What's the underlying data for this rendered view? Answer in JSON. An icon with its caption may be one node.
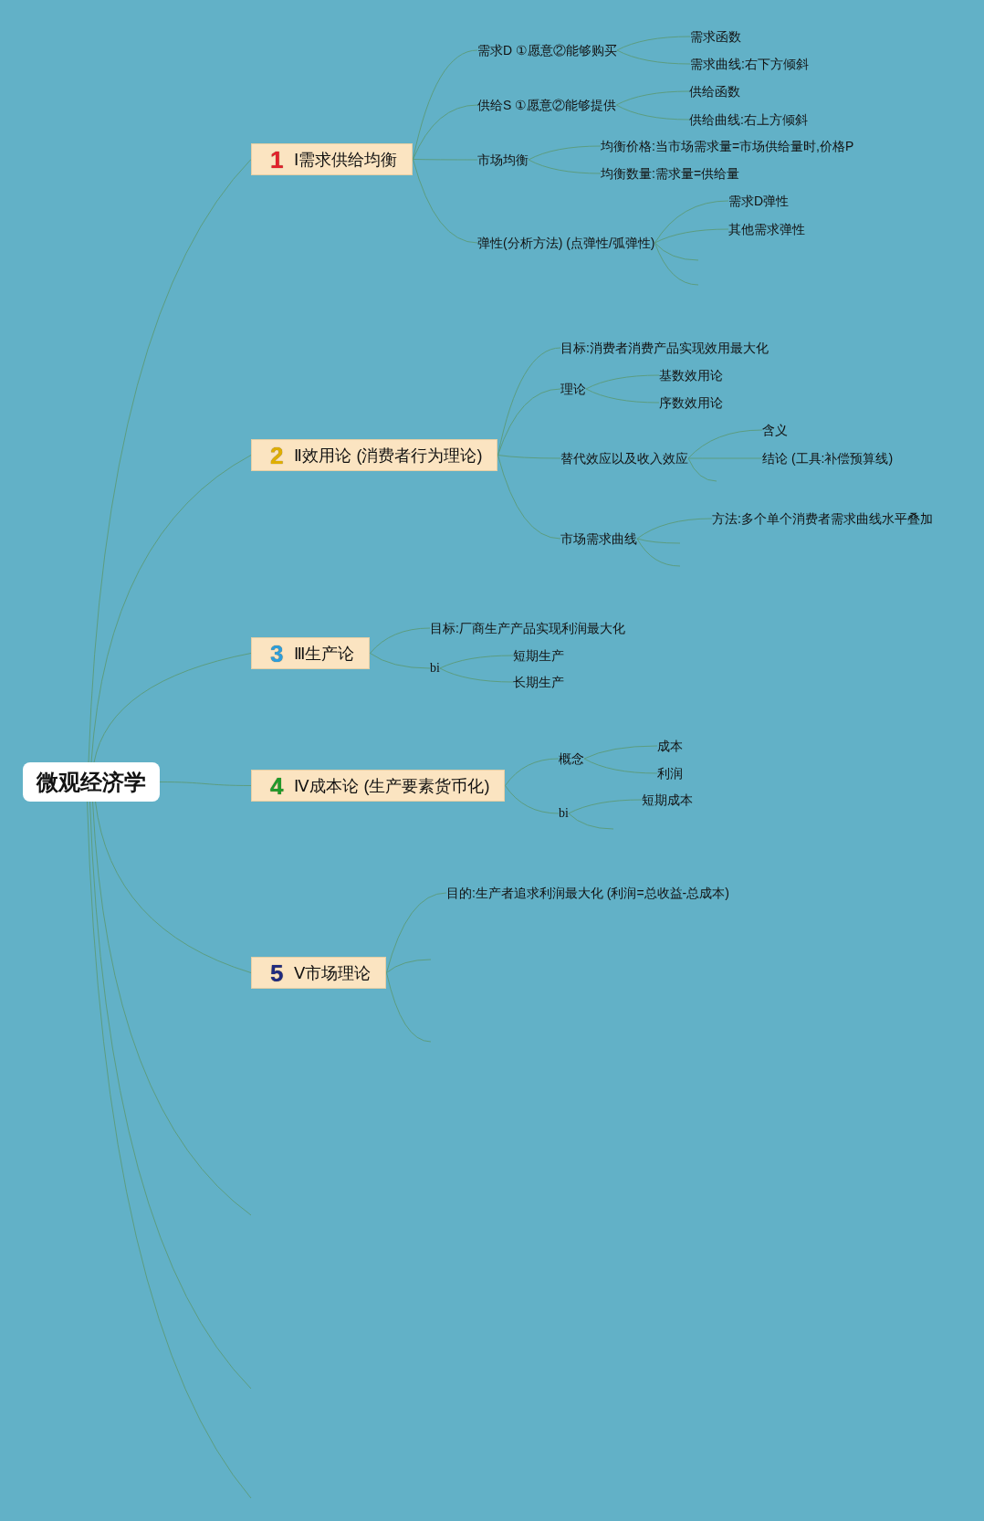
{
  "diagram": {
    "nodes": [
      {
        "text": [
          "微观经济学"
        ]
      },
      {
        "text": [
          "1",
          "Ⅰ需求供给均衡"
        ]
      },
      {
        "text": [
          "需求D ①愿意②能够购买"
        ]
      },
      {
        "text": [
          "需求函数"
        ]
      },
      {
        "text": [
          "需求曲线:右下方倾斜"
        ]
      },
      {
        "text": [
          "供给S ①愿意②能够提供"
        ]
      },
      {
        "text": [
          "供给函数"
        ]
      },
      {
        "text": [
          "供给曲线:右上方倾斜"
        ]
      },
      {
        "text": [
          "市场均衡"
        ]
      },
      {
        "text": [
          "均衡价格:当市场需求量=市场供给量时,价格P"
        ]
      },
      {
        "text": [
          "均衡数量:需求量=供给量"
        ]
      },
      {
        "text": [
          "弹性(分析方法) (点弹性/弧弹性)"
        ]
      },
      {
        "text": [
          "需求D弹性"
        ]
      },
      {
        "text": [
          "其他需求弹性"
        ]
      },
      {
        "text": [
          "2",
          "Ⅱ效用论 (消费者行为理论)"
        ]
      },
      {
        "text": [
          "目标:消费者消费产品实现效用最大化"
        ]
      },
      {
        "text": [
          "理论"
        ]
      },
      {
        "text": [
          "基数效用论"
        ]
      },
      {
        "text": [
          "序数效用论"
        ]
      },
      {
        "text": [
          "替代效应以及收入效应"
        ]
      },
      {
        "text": [
          "含义"
        ]
      },
      {
        "text": [
          "结论 (工具:补偿预算线)"
        ]
      },
      {
        "text": [
          "市场需求曲线"
        ]
      },
      {
        "text": [
          "方法:多个单个消费者需求曲线水平叠加"
        ]
      },
      {
        "text": [
          "3",
          "Ⅲ生产论"
        ]
      },
      {
        "text": [
          "目标:厂商生产产品实现利润最大化"
        ]
      },
      {
        "text": [
          "bi"
        ]
      },
      {
        "text": [
          "短期生产"
        ]
      },
      {
        "text": [
          "长期生产"
        ]
      },
      {
        "text": [
          "4",
          "Ⅳ成本论 (生产要素货币化)"
        ]
      },
      {
        "text": [
          "概念"
        ]
      },
      {
        "text": [
          "成本"
        ]
      },
      {
        "text": [
          "利润"
        ]
      },
      {
        "text": [
          "bi"
        ]
      },
      {
        "text": [
          "短期成本"
        ]
      },
      {
        "text": [
          "5",
          "Ⅴ市场理论"
        ]
      },
      {
        "text": [
          "目的:生产者追求利润最大化 (利润=总收益-总成本)"
        ]
      }
    ],
    "edges": [
      {
        "from": 0,
        "to": 1,
        "arrow": "none"
      },
      {
        "from": 1,
        "to": 2,
        "arrow": "none"
      },
      {
        "from": 2,
        "to": 3,
        "arrow": "none"
      },
      {
        "from": 2,
        "to": 4,
        "arrow": "none"
      },
      {
        "from": 1,
        "to": 5,
        "arrow": "none"
      },
      {
        "from": 5,
        "to": 6,
        "arrow": "none"
      },
      {
        "from": 5,
        "to": 7,
        "arrow": "none"
      },
      {
        "from": 1,
        "to": 8,
        "arrow": "none"
      },
      {
        "from": 8,
        "to": 9,
        "arrow": "none"
      },
      {
        "from": 8,
        "to": 10,
        "arrow": "none"
      },
      {
        "from": 1,
        "to": 11,
        "arrow": "none"
      },
      {
        "from": 11,
        "to": 12,
        "arrow": "none"
      },
      {
        "from": 11,
        "to": 13,
        "arrow": "none"
      },
      {
        "from": 11,
        "to": null,
        "arrow": "none"
      },
      {
        "from": 11,
        "to": null,
        "arrow": "none"
      },
      {
        "from": 0,
        "to": 14,
        "arrow": "none"
      },
      {
        "from": 14,
        "to": 15,
        "arrow": "none"
      },
      {
        "from": 14,
        "to": 16,
        "arrow": "none"
      },
      {
        "from": 16,
        "to": 17,
        "arrow": "none"
      },
      {
        "from": 16,
        "to": 18,
        "arrow": "none"
      },
      {
        "from": 14,
        "to": 19,
        "arrow": "none"
      },
      {
        "from": 19,
        "to": 20,
        "arrow": "none"
      },
      {
        "from": 19,
        "to": 21,
        "arrow": "none"
      },
      {
        "from": 19,
        "to": null,
        "arrow": "none"
      },
      {
        "from": 14,
        "to": 22,
        "arrow": "none"
      },
      {
        "from": 22,
        "to": 23,
        "arrow": "none"
      },
      {
        "from": 22,
        "to": null,
        "arrow": "none"
      },
      {
        "from": 22,
        "to": null,
        "arrow": "none"
      },
      {
        "from": 0,
        "to": 24,
        "arrow": "none"
      },
      {
        "from": 24,
        "to": 25,
        "arrow": "none"
      },
      {
        "from": 24,
        "to": 26,
        "arrow": "none"
      },
      {
        "from": 26,
        "to": 27,
        "arrow": "none"
      },
      {
        "from": 26,
        "to": 28,
        "arrow": "none"
      },
      {
        "from": 0,
        "to": 29,
        "arrow": "none"
      },
      {
        "from": 29,
        "to": 30,
        "arrow": "none"
      },
      {
        "from": 30,
        "to": 31,
        "arrow": "none"
      },
      {
        "from": 30,
        "to": 32,
        "arrow": "none"
      },
      {
        "from": 29,
        "to": 33,
        "arrow": "none"
      },
      {
        "from": 33,
        "to": 34,
        "arrow": "none"
      },
      {
        "from": 33,
        "to": null,
        "arrow": "none"
      },
      {
        "from": 0,
        "to": 35,
        "arrow": "none"
      },
      {
        "from": 35,
        "to": 36,
        "arrow": "none"
      },
      {
        "from": 35,
        "to": null,
        "arrow": "none"
      },
      {
        "from": 35,
        "to": null,
        "arrow": "none"
      },
      {
        "from": 0,
        "to": null,
        "arrow": "none"
      },
      {
        "from": 0,
        "to": null,
        "arrow": "none"
      },
      {
        "from": 0,
        "to": null,
        "arrow": "none"
      }
    ]
  }
}
